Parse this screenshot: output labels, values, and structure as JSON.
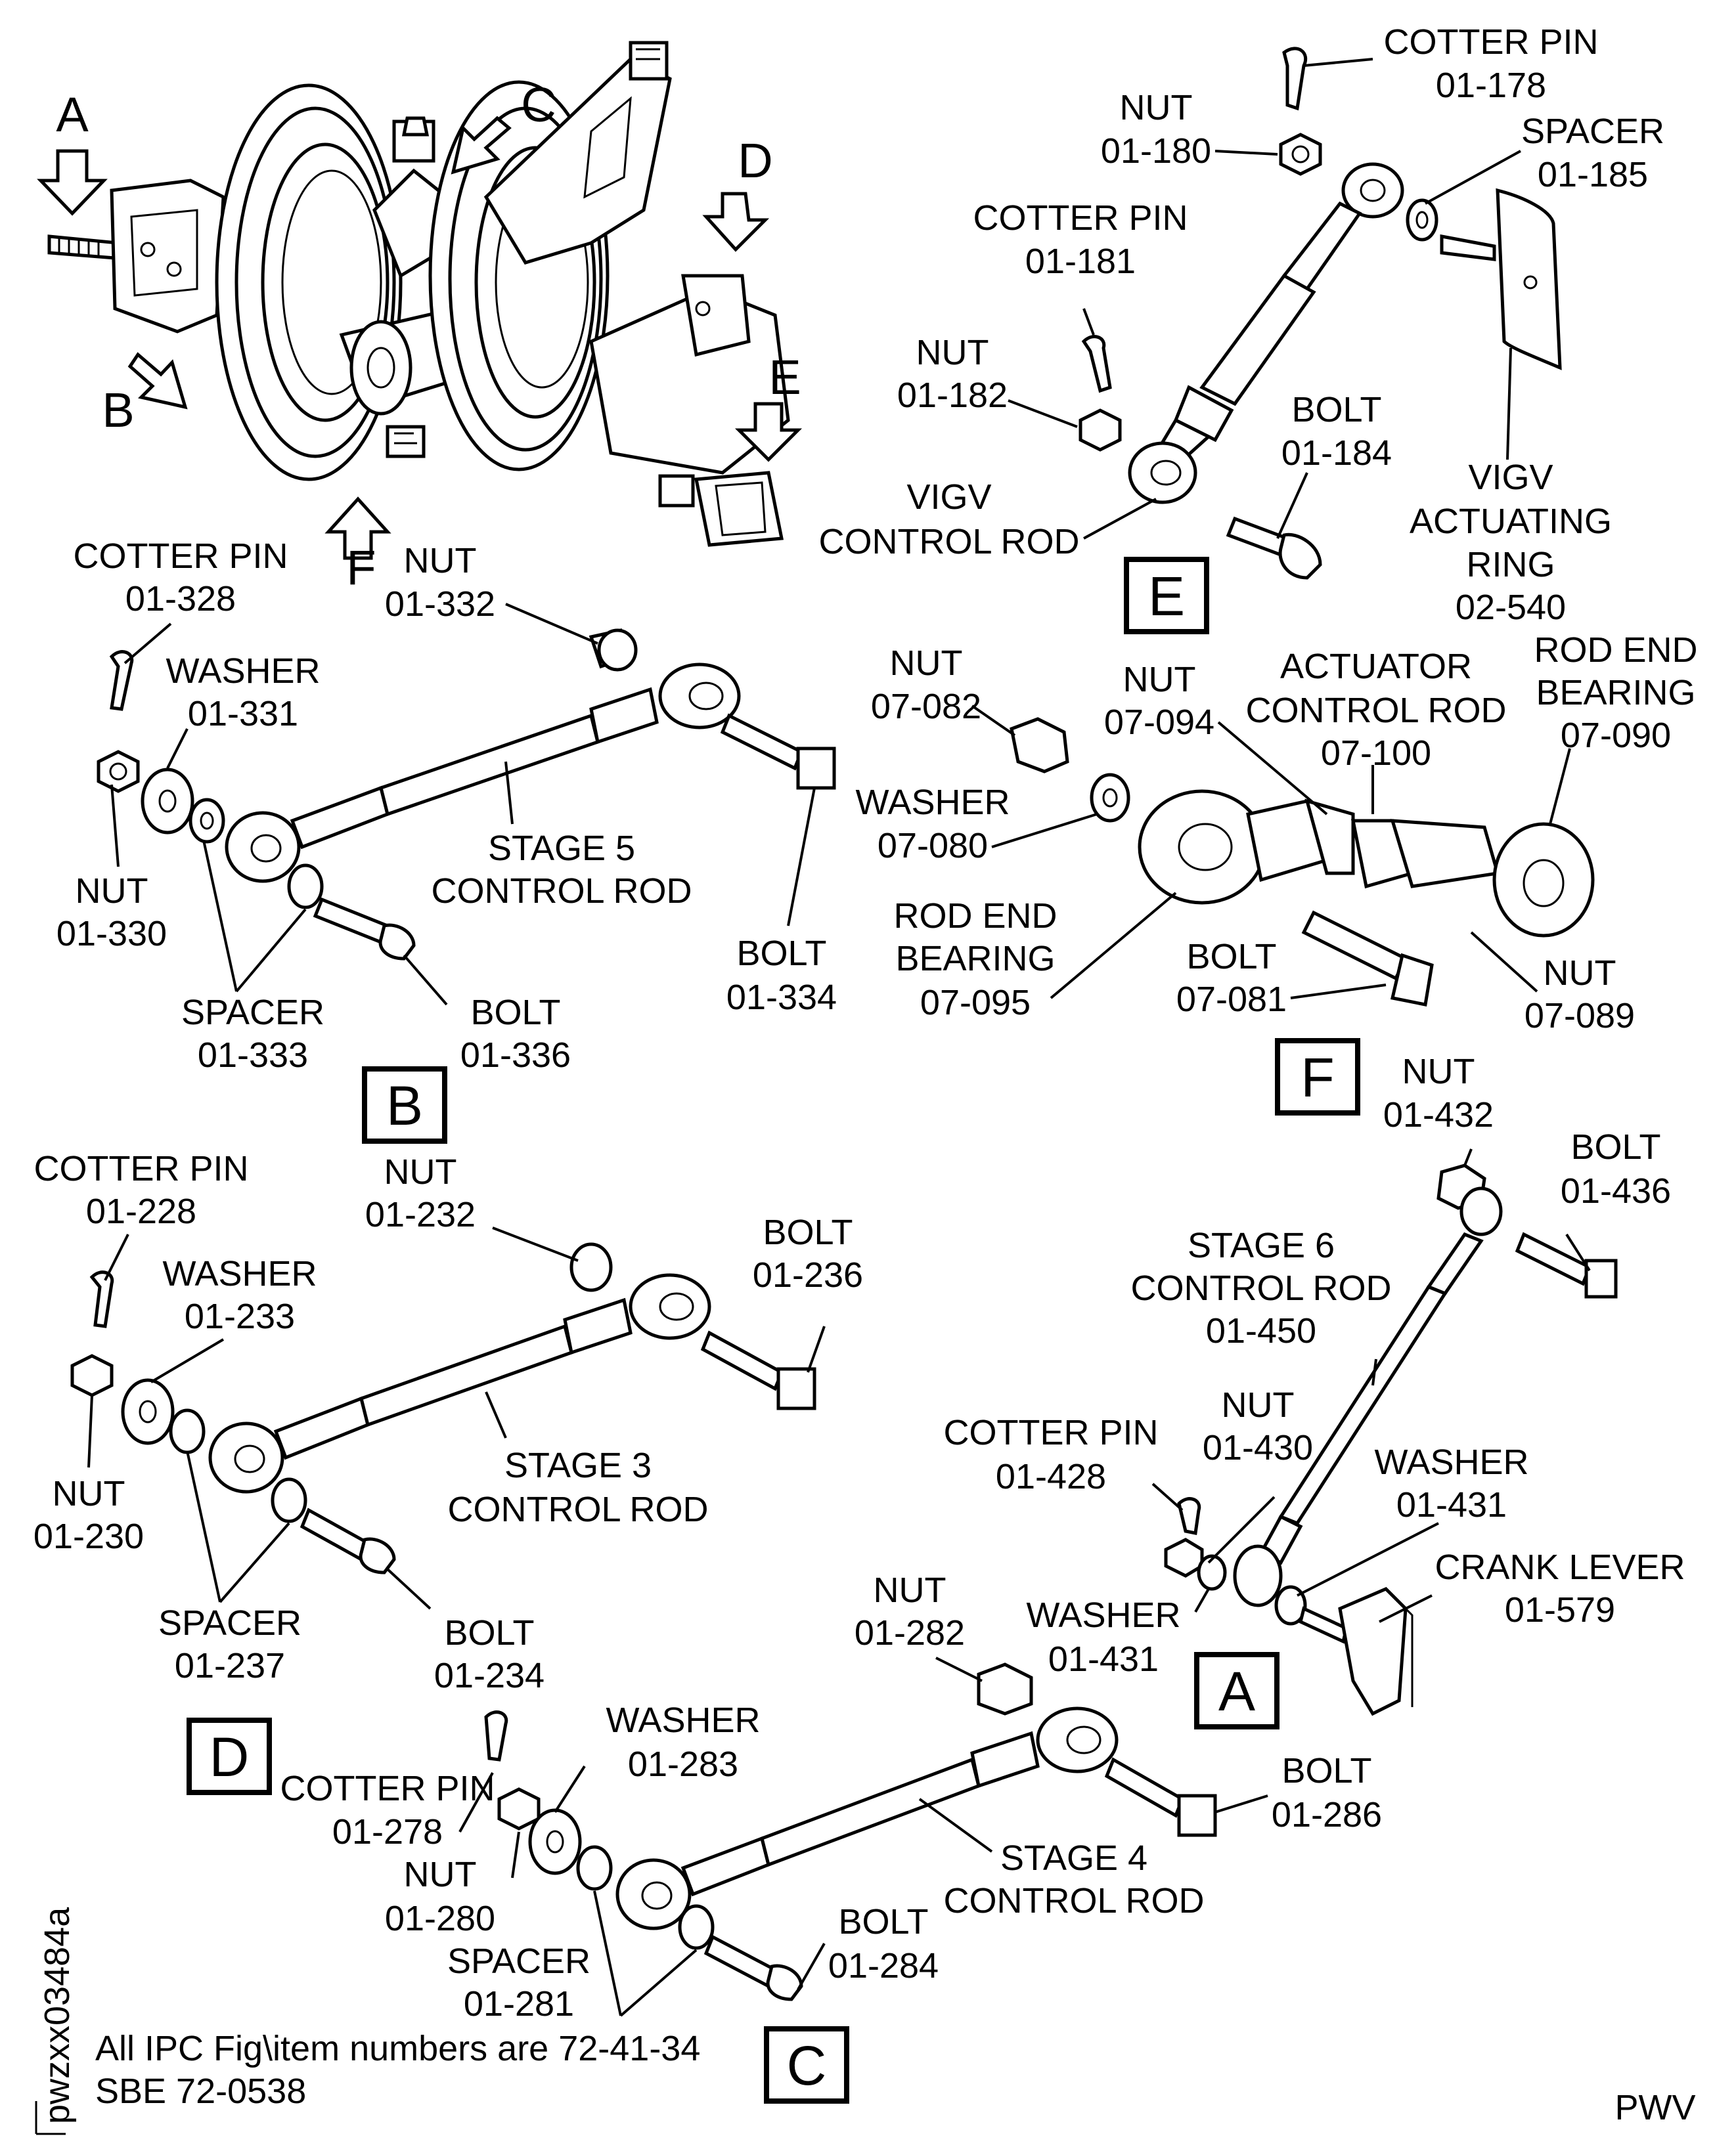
{
  "views": {
    "A": {
      "letter": "A"
    },
    "B": {
      "letter": "B"
    },
    "C": {
      "letter": "C"
    },
    "D": {
      "letter": "D"
    },
    "E": {
      "letter": "E"
    },
    "F": {
      "letter": "F"
    }
  },
  "callouts": {
    "view_e": {
      "cotter_pin_178": {
        "name": "COTTER PIN",
        "num": "01-178"
      },
      "nut_180": {
        "name": "NUT",
        "num": "01-180"
      },
      "spacer_185": {
        "name": "SPACER",
        "num": "01-185"
      },
      "cotter_pin_181": {
        "name": "COTTER PIN",
        "num": "01-181"
      },
      "nut_182": {
        "name": "NUT",
        "num": "01-182"
      },
      "bolt_184": {
        "name": "BOLT",
        "num": "01-184"
      },
      "control_rod": {
        "line1": "VIGV",
        "line2": "CONTROL ROD"
      },
      "actuating_ring": {
        "line1": "VIGV",
        "line2": "ACTUATING",
        "line3": "RING",
        "num": "02-540"
      }
    },
    "view_b": {
      "cotter_pin_328": {
        "name": "COTTER PIN",
        "num": "01-328"
      },
      "nut_332": {
        "name": "NUT",
        "num": "01-332"
      },
      "washer_331": {
        "name": "WASHER",
        "num": "01-331"
      },
      "nut_330": {
        "name": "NUT",
        "num": "01-330"
      },
      "control_rod": {
        "line1": "STAGE 5",
        "line2": "CONTROL ROD"
      },
      "bolt_334": {
        "name": "BOLT",
        "num": "01-334"
      },
      "spacer_333": {
        "name": "SPACER",
        "num": "01-333"
      },
      "bolt_336": {
        "name": "BOLT",
        "num": "01-336"
      }
    },
    "view_f": {
      "nut_082": {
        "name": "NUT",
        "num": "07-082"
      },
      "nut_094": {
        "name": "NUT",
        "num": "07-094"
      },
      "actuator_rod": {
        "line1": "ACTUATOR",
        "line2": "CONTROL ROD",
        "num": "07-100"
      },
      "rod_end_090": {
        "line1": "ROD END",
        "line2": "BEARING",
        "num": "07-090"
      },
      "washer_080": {
        "name": "WASHER",
        "num": "07-080"
      },
      "rod_end_095": {
        "line1": "ROD END",
        "line2": "BEARING",
        "num": "07-095"
      },
      "bolt_081": {
        "name": "BOLT",
        "num": "07-081"
      },
      "nut_089": {
        "name": "NUT",
        "num": "07-089"
      }
    },
    "view_d": {
      "cotter_pin_228": {
        "name": "COTTER PIN",
        "num": "01-228"
      },
      "nut_232": {
        "name": "NUT",
        "num": "01-232"
      },
      "washer_233": {
        "name": "WASHER",
        "num": "01-233"
      },
      "bolt_236": {
        "name": "BOLT",
        "num": "01-236"
      },
      "nut_230": {
        "name": "NUT",
        "num": "01-230"
      },
      "control_rod": {
        "line1": "STAGE 3",
        "line2": "CONTROL ROD"
      },
      "spacer_237": {
        "name": "SPACER",
        "num": "01-237"
      },
      "bolt_234": {
        "name": "BOLT",
        "num": "01-234"
      }
    },
    "view_a": {
      "nut_432": {
        "name": "NUT",
        "num": "01-432"
      },
      "bolt_436": {
        "name": "BOLT",
        "num": "01-436"
      },
      "control_rod": {
        "line1": "STAGE 6",
        "line2": "CONTROL ROD",
        "num": "01-450"
      },
      "nut_430": {
        "name": "NUT",
        "num": "01-430"
      },
      "cotter_pin_428": {
        "name": "COTTER PIN",
        "num": "01-428"
      },
      "washer_431_a": {
        "name": "WASHER",
        "num": "01-431"
      },
      "crank_lever": {
        "name": "CRANK LEVER",
        "num": "01-579"
      },
      "washer_431_b": {
        "name": "WASHER",
        "num": "01-431"
      }
    },
    "view_c": {
      "nut_282": {
        "name": "NUT",
        "num": "01-282"
      },
      "washer_283": {
        "name": "WASHER",
        "num": "01-283"
      },
      "bolt_286": {
        "name": "BOLT",
        "num": "01-286"
      },
      "cotter_pin_278": {
        "name": "COTTER PIN",
        "num": "01-278"
      },
      "control_rod": {
        "line1": "STAGE 4",
        "line2": "CONTROL ROD"
      },
      "nut_280": {
        "name": "NUT",
        "num": "01-280"
      },
      "bolt_284": {
        "name": "BOLT",
        "num": "01-284"
      },
      "spacer_281": {
        "name": "SPACER",
        "num": "01-281"
      }
    }
  },
  "notes": {
    "ipc_line1": "All IPC Fig\\item numbers are 72-41-34",
    "ipc_line2": "SBE 72-0538",
    "figure_id": "pwzxx03484a",
    "corner_code": "PWV"
  }
}
